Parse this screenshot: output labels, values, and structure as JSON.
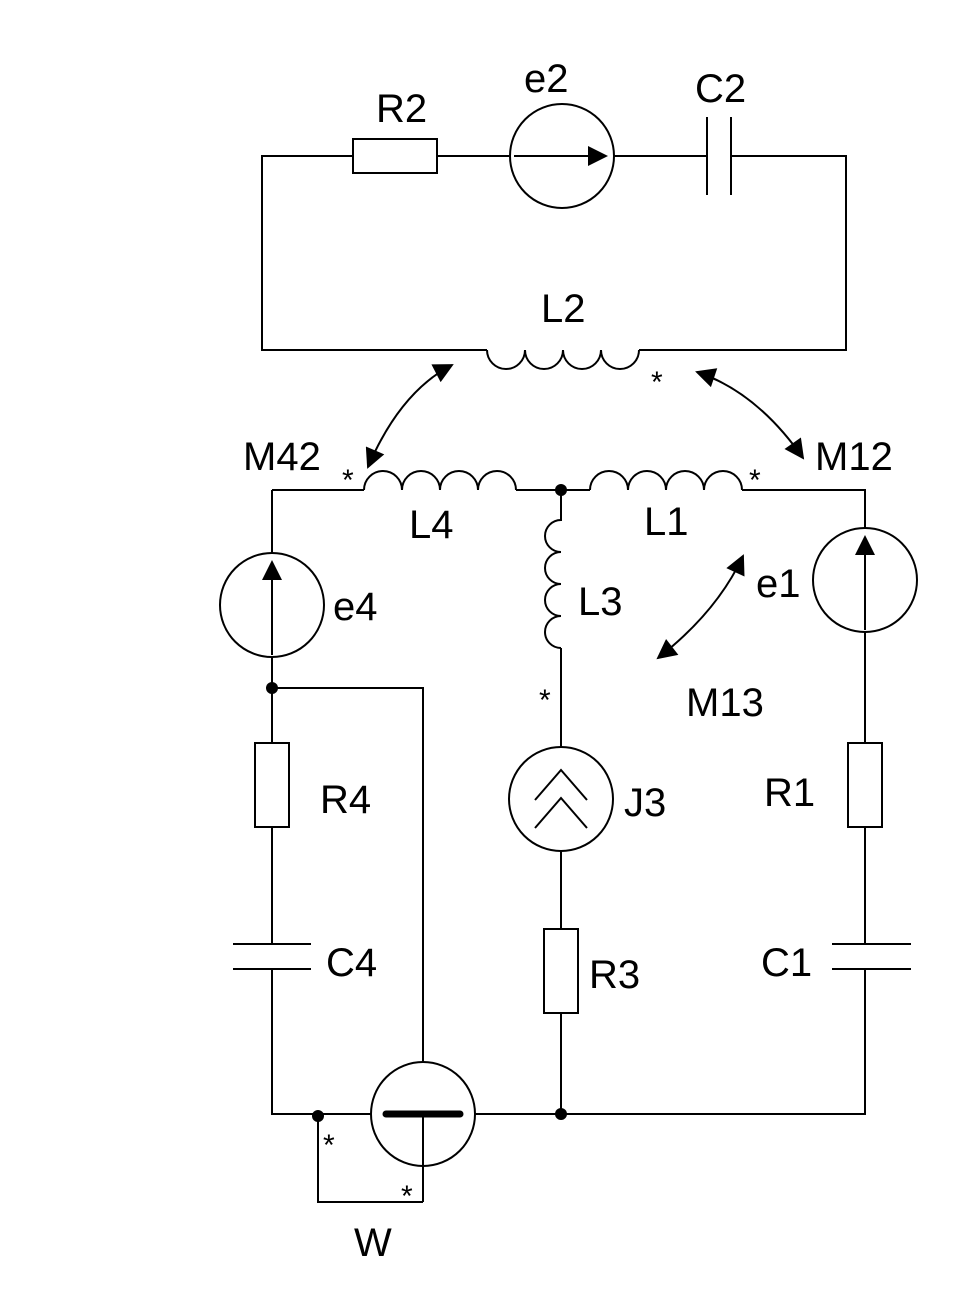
{
  "labels": {
    "R2": "R2",
    "e2": "e2",
    "C2": "C2",
    "L2": "L2",
    "M42": "M42",
    "M12": "M12",
    "L4": "L4",
    "L1": "L1",
    "L3": "L3",
    "e4": "e4",
    "e1": "e1",
    "M13": "M13",
    "R4": "R4",
    "J3": "J3",
    "R1": "R1",
    "C4": "C4",
    "R3": "R3",
    "C1": "C1",
    "W": "W"
  },
  "star_mark": "*"
}
